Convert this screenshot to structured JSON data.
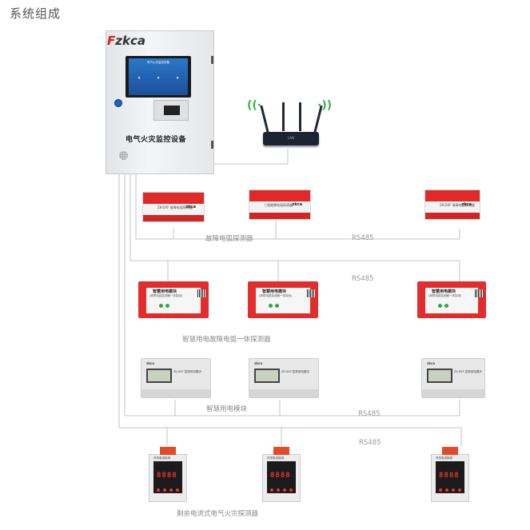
{
  "page": {
    "title": "系统组成"
  },
  "cabinet": {
    "brand_prefix": "F",
    "brand_rest": "zkca",
    "label": "电气火灾监控设备"
  },
  "router": {
    "label": "LAN"
  },
  "captions": {
    "arc_fault": "故障电弧探测器",
    "smart_arc": "智慧用电故障电弧一体探测器",
    "smart_module": "智慧用电模块",
    "residual": "剩余电流式电气火灾探测器"
  },
  "bus": {
    "rs1": "RS485",
    "rs2": "RS485",
    "rs3": "RS485",
    "rs4": "RS485"
  }
}
